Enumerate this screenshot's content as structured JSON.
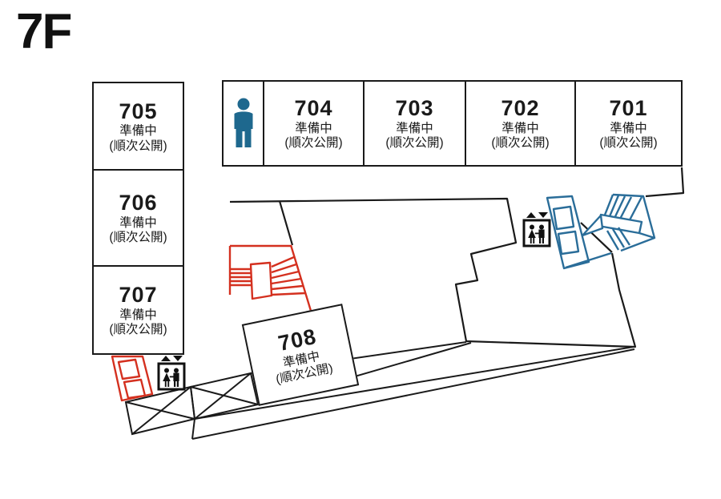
{
  "title": {
    "floor": "7F"
  },
  "rooms": [
    {
      "number": "701",
      "status": "準備中",
      "note": "(順次公開)"
    },
    {
      "number": "702",
      "status": "準備中",
      "note": "(順次公開)"
    },
    {
      "number": "703",
      "status": "準備中",
      "note": "(順次公開)"
    },
    {
      "number": "704",
      "status": "準備中",
      "note": "(順次公開)"
    },
    {
      "number": "705",
      "status": "準備中",
      "note": "(順次公開)"
    },
    {
      "number": "706",
      "status": "準備中",
      "note": "(順次公開)"
    },
    {
      "number": "707",
      "status": "準備中",
      "note": "(順次公開)"
    },
    {
      "number": "708",
      "status": "準備中",
      "note": "(順次公開)"
    }
  ],
  "icons": {
    "restroom": "standing-person-pictogram",
    "elevator": "two-people-in-square-pictogram",
    "elevator_arrows": "▲▼"
  },
  "colors": {
    "outline": "#1a1a1a",
    "red_stairs": "#d4301f",
    "blue_stairs": "#2a6d99",
    "restroom_icon": "#1e688e"
  }
}
